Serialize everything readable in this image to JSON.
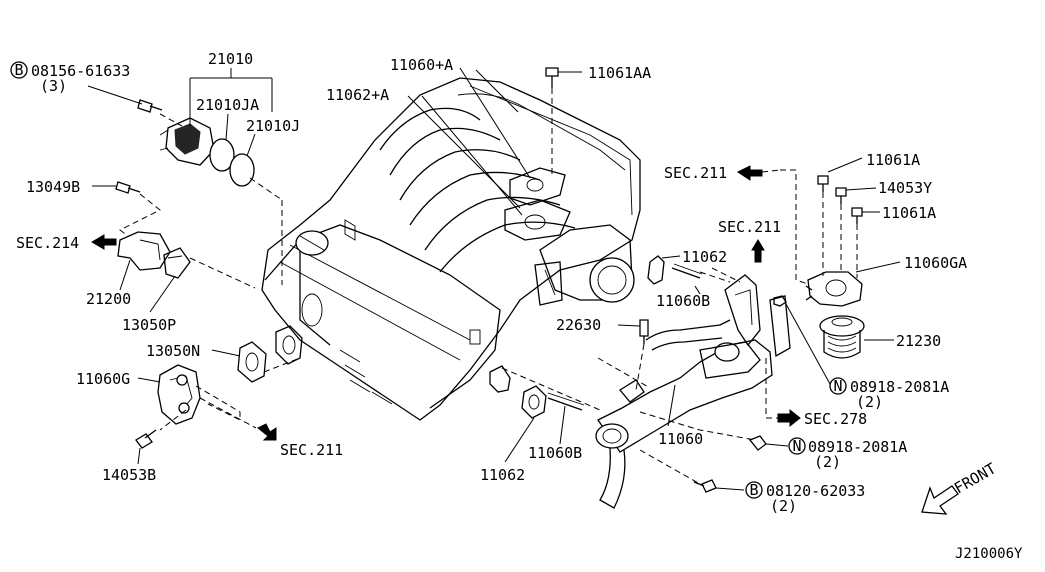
{
  "labels": {
    "l08156_61633": "08156-61633",
    "l08156_61633_qty": "(3)",
    "l21010": "21010",
    "l21010JA": "21010JA",
    "l21010J": "21010J",
    "l13049B": "13049B",
    "lsec214": "SEC.214",
    "l21200": "21200",
    "l13050P": "13050P",
    "l13050N": "13050N",
    "l11060G": "11060G",
    "l14053B": "14053B",
    "lsec211_bottom": "SEC.211",
    "l11060A": "11060+A",
    "l11062A": "11062+A",
    "l11061AA": "11061AA",
    "l22630": "22630",
    "l11062_top": "11062",
    "l11060B_top": "11060B",
    "l11062_bottom": "11062",
    "l11060B_bottom": "11060B",
    "l11060": "11060",
    "lsec211_right": "SEC.211",
    "lsec211_mid": "SEC.211",
    "l11061A_1": "11061A",
    "l14053Y": "14053Y",
    "l11061A_2": "11061A",
    "l11060GA": "11060GA",
    "l21230": "21230",
    "l08918_2081A_1": "08918-2081A",
    "l08918_2081A_1_qty": "(2)",
    "lsec278": "SEC.278",
    "l08918_2081A_2": "08918-2081A",
    "l08918_2081A_2_qty": "(2)",
    "l08120_62033": "08120-62033",
    "l08120_62033_qty": "(2)",
    "front": "FRONT",
    "diagram_id": "J210006Y"
  },
  "markers": {
    "bolt_b": "B",
    "nut_n": "N"
  },
  "icons": {
    "arrow": "left-arrow-icon",
    "front_arrow": "front-direction-arrow-icon"
  }
}
